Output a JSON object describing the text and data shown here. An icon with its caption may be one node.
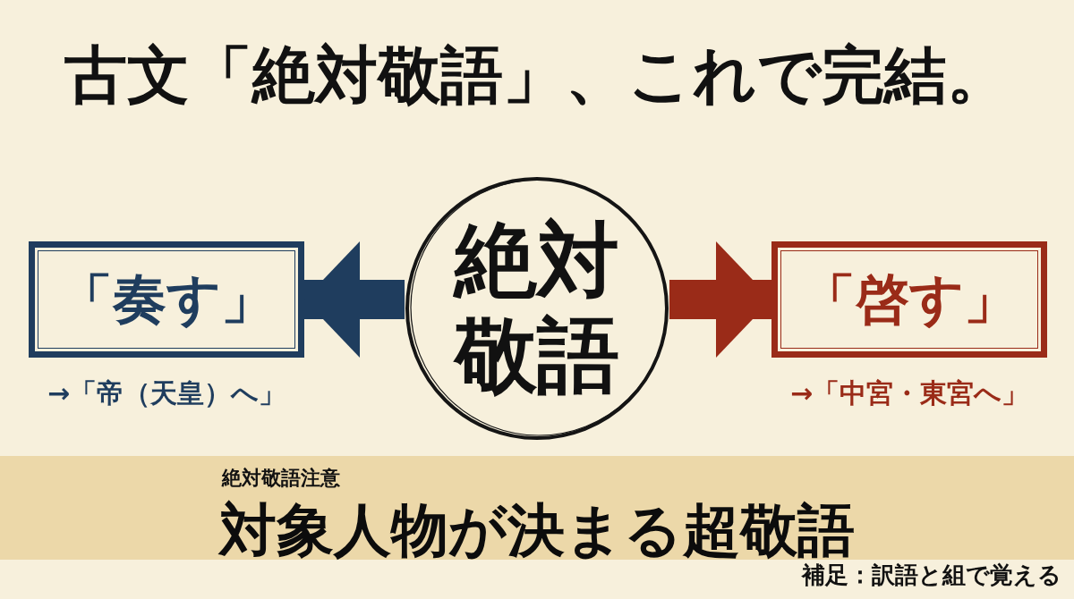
{
  "diagram": {
    "title": "古文「絶対敬語」、これで完結。",
    "nodes": [
      {
        "text": [
          "絶対敬語"
        ]
      },
      {
        "text": [
          "「奏す」"
        ],
        "beside": [
          "→「帝（天皇）へ」"
        ]
      },
      {
        "text": [
          "「啓す」"
        ],
        "beside": [
          "→「中宮・東宮へ」"
        ]
      },
      {
        "text": [
          "絶対敬語注意",
          "対象人物が決まる超敬語"
        ]
      }
    ],
    "edges": [
      {
        "from": 0,
        "to": 1,
        "arrow": "to",
        "color": "#1f3d5e"
      },
      {
        "from": 0,
        "to": 2,
        "arrow": "to",
        "color": "#9a2b18"
      }
    ],
    "labels": [
      "補足：訳語と組で覚える"
    ]
  }
}
